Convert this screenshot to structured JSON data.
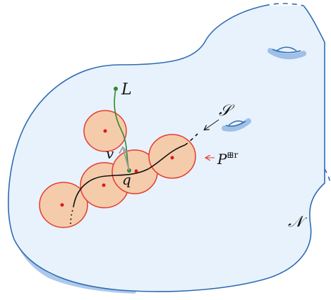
{
  "labels": {
    "L": "L",
    "S": "𝒮",
    "P_base": "P",
    "P_sup": "⊞r",
    "v": "v",
    "q": "q",
    "N": "𝒩"
  },
  "colors": {
    "manifold_fill": "#e8f2fc",
    "manifold_stroke": "#2f6bb3",
    "shadow": "#9fc0e8",
    "ball_fill": "#f4ccab",
    "ball_stroke": "#e53b2e",
    "center_dot": "#e4171b",
    "curve": "#111111",
    "geodesic": "#2e8a2e",
    "vector": "#9a9a9a"
  },
  "icons": [
    "handle-icon",
    "arrow-icon"
  ]
}
